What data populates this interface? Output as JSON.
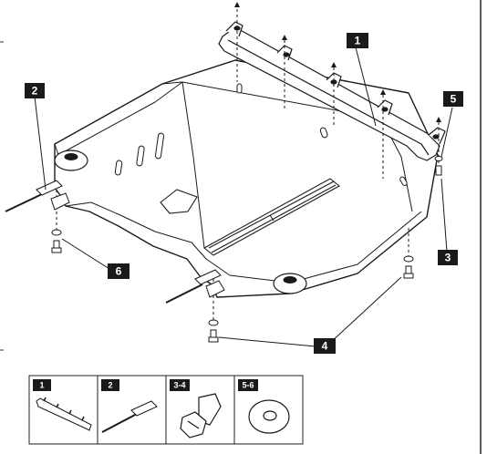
{
  "callouts": {
    "c1": "1",
    "c2": "2",
    "c3": "3",
    "c4": "4",
    "c5": "5",
    "c6": "6"
  },
  "legend": {
    "cells": [
      {
        "label": "1",
        "part": "mounting-bracket"
      },
      {
        "label": "2",
        "part": "hook-rod"
      },
      {
        "label": "3-4",
        "part": "bolt"
      },
      {
        "label": "5-6",
        "part": "washer"
      }
    ]
  },
  "colors": {
    "line": "#1a1a1a",
    "fill": "#ffffff",
    "label_bg": "#1a1a1a",
    "label_text": "#ffffff"
  }
}
